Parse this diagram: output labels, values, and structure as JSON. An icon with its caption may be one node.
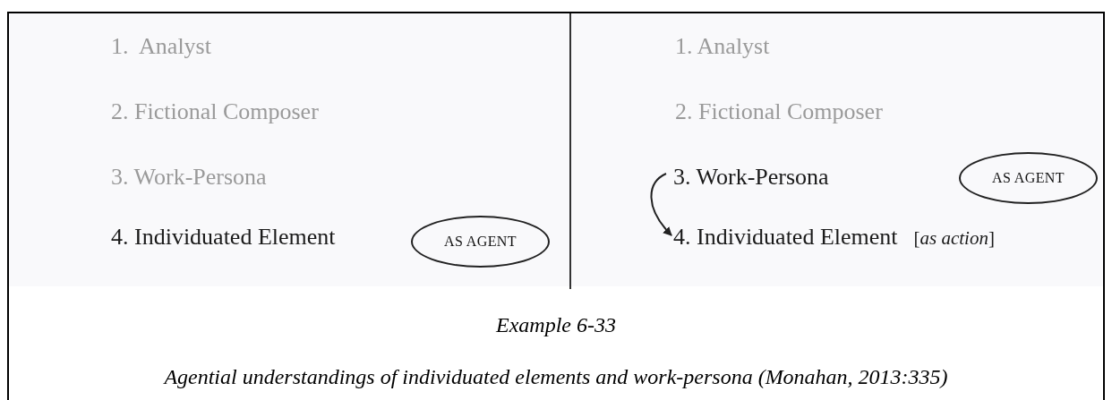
{
  "diagram": {
    "title": "Example 6-33",
    "caption": "Agential understandings of individuated elements and work-persona (Monahan, 2013:335)",
    "nodes": [
      {
        "text": [
          "AS AGENT"
        ]
      },
      {
        "text": [
          "3. Work-Persona"
        ]
      },
      {
        "text": [
          "AS AGENT"
        ]
      },
      {
        "text": [
          "4. Individuated Element"
        ],
        "beside": [
          "[*as action*]"
        ]
      }
    ],
    "edges": [
      {
        "from": 1,
        "to": 3,
        "arrow": "to"
      }
    ],
    "labels": [
      "1.  Analyst",
      "1. Analyst",
      "2. Fictional Composer",
      "2. Fictional Composer",
      "3. Work-Persona",
      "4. Individuated Element"
    ]
  }
}
